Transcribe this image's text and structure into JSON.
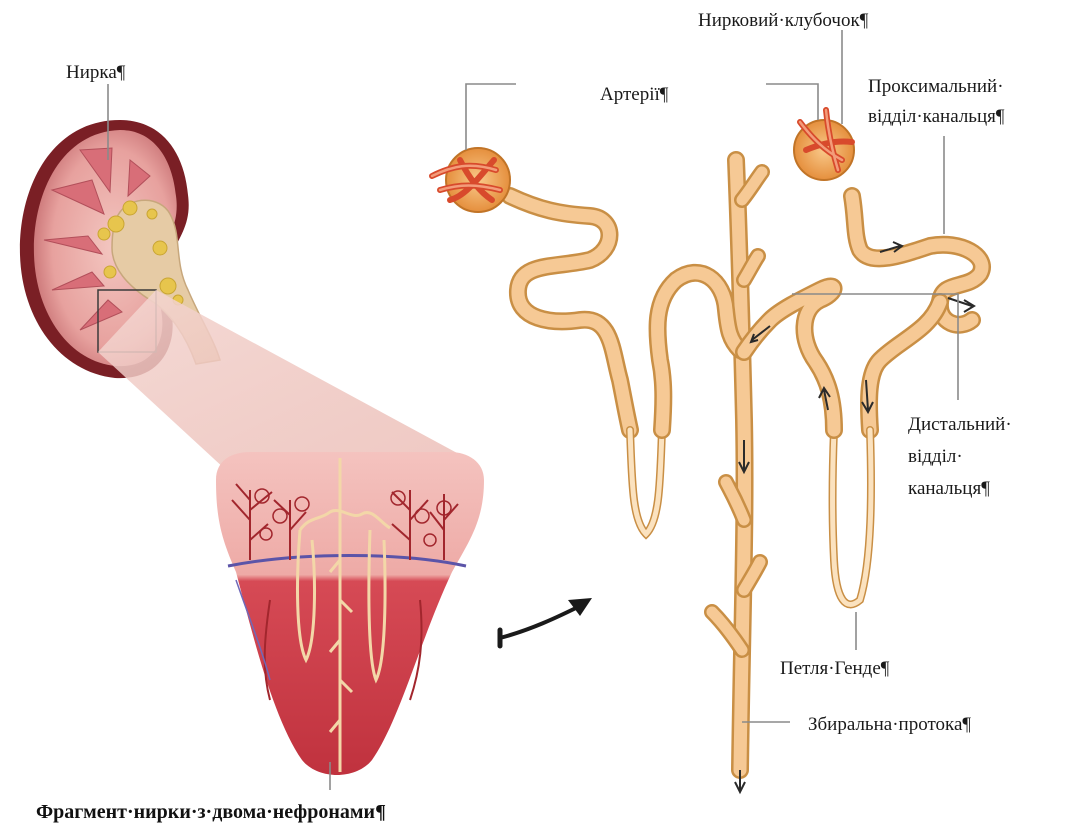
{
  "labels": {
    "kidney": "Нирка¶",
    "arteries": "Артерії¶",
    "glomerulus": "Нирковий·клубочок¶",
    "proximal_line1": "Проксимальний·",
    "proximal_line2": "відділ·канальця¶",
    "distal_line1": "Дистальний·",
    "distal_line2": "відділ·",
    "distal_line3": "канальця¶",
    "loop_of_henle": "Петля·Генде¶",
    "collecting_duct": "Збиральна·протока¶",
    "fragment_caption": "Фрагмент·нирки·з·двома·нефронами¶"
  },
  "colors": {
    "tubule": "#f6c995",
    "tubule_edge": "#c98f45",
    "kidney_cortex": "#e9a7a3",
    "kidney_capsule": "#7a1f25",
    "pyramid": "#d86e78",
    "artery": "#e4572e",
    "glomerulus_capsule": "#f7b267",
    "leader_line": "#8a8a8a"
  }
}
